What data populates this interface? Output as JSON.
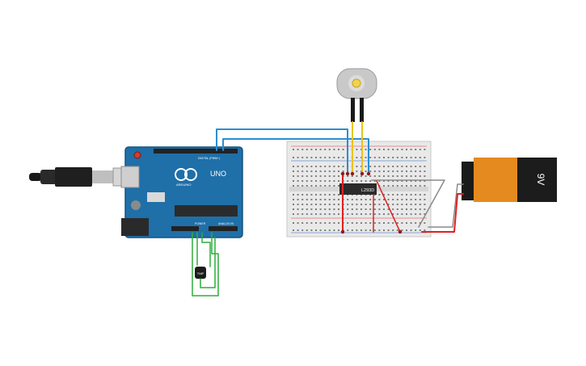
{
  "arduino": {
    "brand_label": "UNO",
    "maker_label": "ARDUINO",
    "digital_header_label": "DIGITAL (PWM~)",
    "power_header_label": "POWER",
    "analog_header_label": "ANALOG IN"
  },
  "motor_driver": {
    "label": "L293D"
  },
  "battery": {
    "label": "9V"
  },
  "temperature_sensor": {
    "label": "TMP"
  },
  "colors": {
    "board": "#1f6fa8",
    "breadboard": "#e9e9e9",
    "wire_blue": "#2a8fd0",
    "wire_red": "#e02020",
    "wire_green": "#2fae3a",
    "wire_yellow": "#e8c31a",
    "wire_gray": "#8a8a8a",
    "battery_orange": "#e58a1f",
    "battery_black": "#1c1c1c"
  }
}
